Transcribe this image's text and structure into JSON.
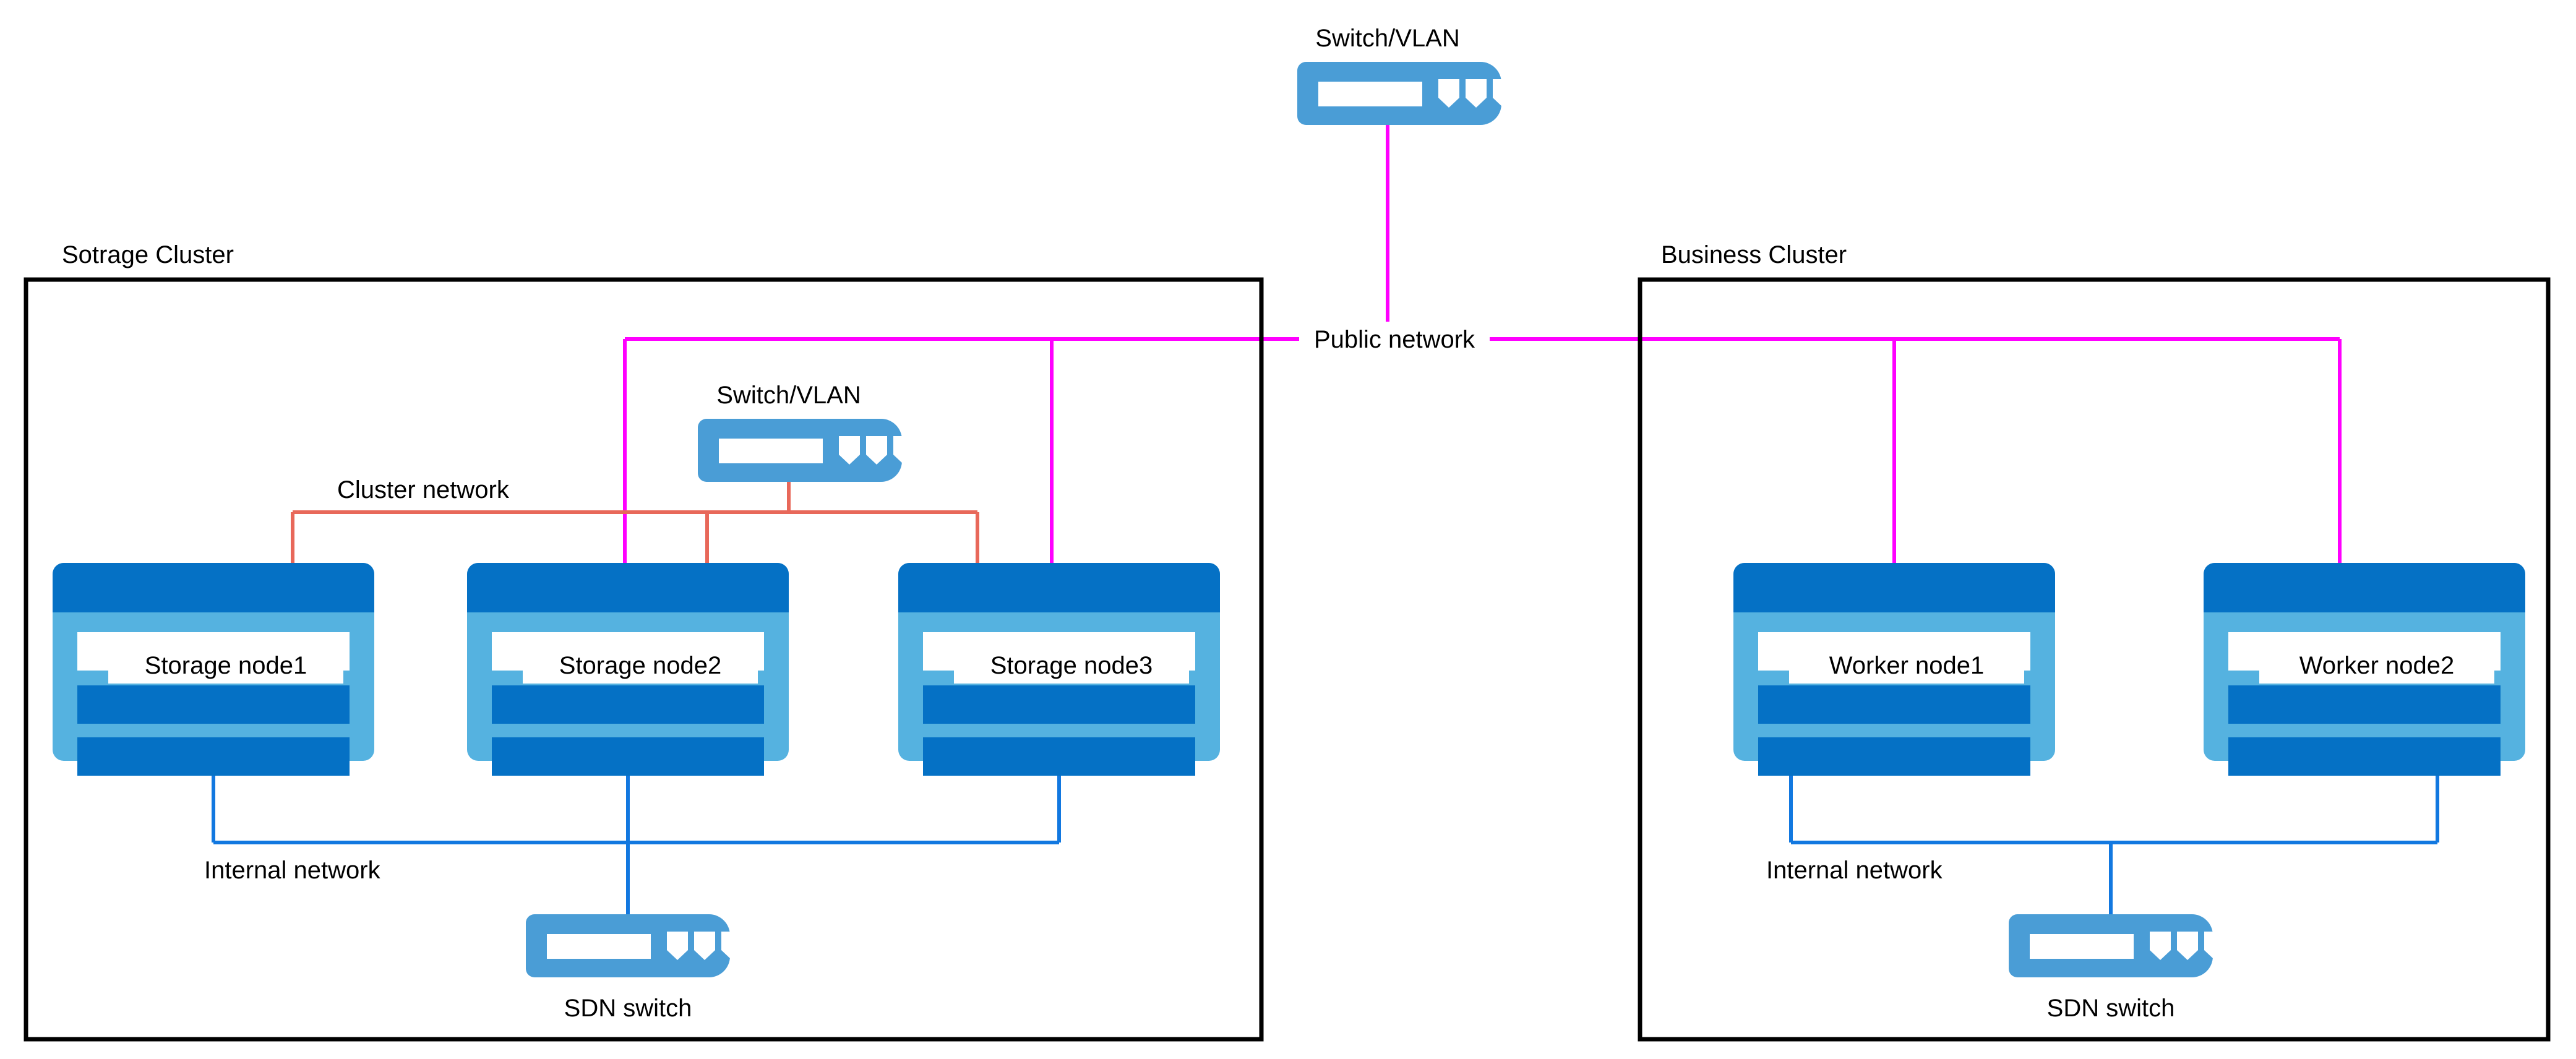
{
  "diagram": {
    "title_top_switch": "Switch/VLAN",
    "public_network_label": "Public network",
    "colors": {
      "public_network": "#ff00ff",
      "cluster_network": "#e8685a",
      "internal_network": "#1278e0",
      "node_header": "#0571c5",
      "node_body": "#55b2e0",
      "node_bar": "#0571c5",
      "switch_body": "#4a9dd6",
      "boundary": "#000000",
      "background": "#ffffff"
    },
    "clusters": [
      {
        "id": "storage-cluster",
        "title": "Sotrage Cluster",
        "switch_label": "Switch/VLAN",
        "cluster_network_label": "Cluster network",
        "internal_network_label": "Internal network",
        "sdn_switch_label": "SDN switch",
        "nodes": [
          {
            "label": "Storage node1"
          },
          {
            "label": "Storage node2"
          },
          {
            "label": "Storage node3"
          }
        ]
      },
      {
        "id": "business-cluster",
        "title": "Business Cluster",
        "internal_network_label": "Internal network",
        "sdn_switch_label": "SDN switch",
        "nodes": [
          {
            "label": "Worker node1"
          },
          {
            "label": "Worker node2"
          }
        ]
      }
    ]
  }
}
